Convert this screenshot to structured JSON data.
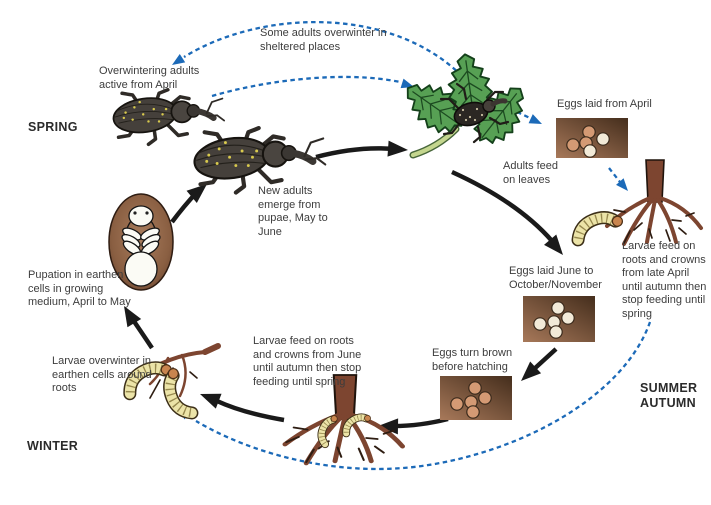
{
  "seasons": {
    "spring": "SPRING",
    "winter": "WINTER",
    "summer_autumn": "SUMMER\nAUTUMN"
  },
  "labels": {
    "overwinter_sheltered": "Some adults overwinter in\nsheltered places",
    "overwintering_adults": "Overwintering adults\nactive from April",
    "eggs_april": "Eggs laid from April",
    "adults_feed": "Adults feed\non leaves",
    "new_adults": "New adults\nemerge from\npupae,  May to\nJune",
    "eggs_june": "Eggs laid June to\nOctober/November",
    "larvae_feed_late_april": "Larvae feed on\nroots and crowns\nfrom late April\nuntil autumn then\nstop feeding until\nspring",
    "eggs_brown": "Eggs turn brown\nbefore hatching",
    "larvae_feed_june": "Larvae feed on roots\nand crowns from June\nuntil autumn then stop\nfeeding until spring",
    "pupation": "Pupation in earthen\ncells in growing\nmedium, April to May",
    "larvae_overwinter": "Larvae overwinter in\nearthen cells around\nroots"
  },
  "colors": {
    "dashed_arrow_blue": "#1c6ab8",
    "solid_arrow_black": "#1a1a1a",
    "leaf_green": "#57a054",
    "root_brown": "#7d4530",
    "egg_salmon": "#d49a74",
    "egg_white": "#f2ead8",
    "larva_yellow": "#ece4a8",
    "soil_dark": "#49311f",
    "soil_light": "#a8795a"
  }
}
